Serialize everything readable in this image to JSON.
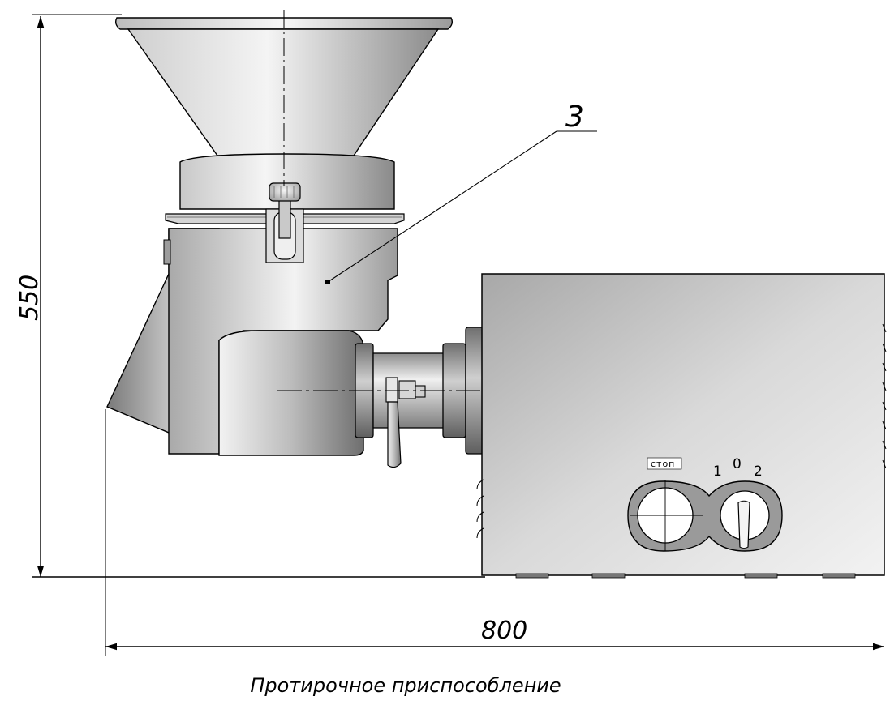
{
  "dimensions": {
    "height_label": "550",
    "width_label": "800"
  },
  "callout": {
    "number": "3"
  },
  "control_panel": {
    "stop_label": "стоп",
    "position_1": "1",
    "position_0": "0",
    "position_2": "2"
  },
  "caption": "Протирочное приспособление",
  "colors": {
    "line": "#000000",
    "metal_light": "#eeeeee",
    "metal_mid": "#b5b5b5",
    "metal_dark": "#6e6e6e",
    "panel_ring": "#8a8a8a"
  }
}
